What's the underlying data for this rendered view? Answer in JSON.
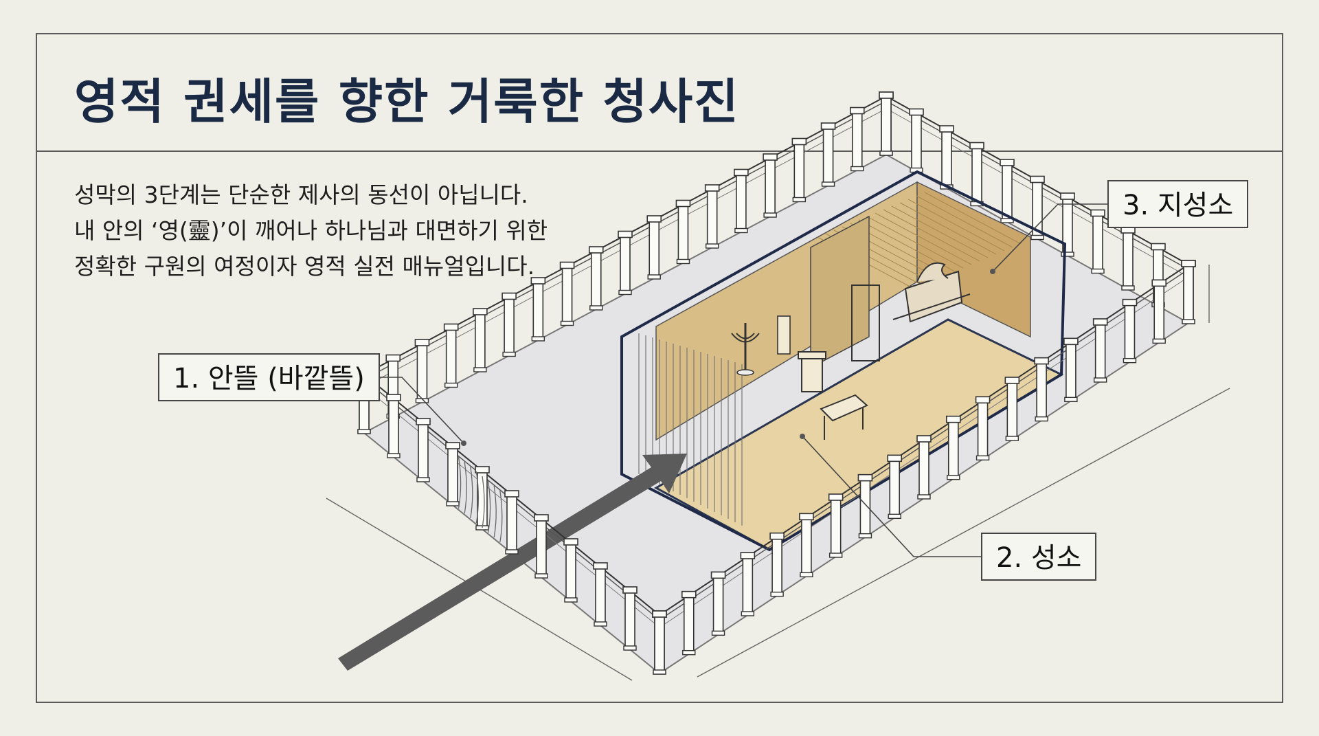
{
  "title": "영적 권세를 향한 거룩한 청사진",
  "description": [
    "성막의 3단계는 단순한 제사의 동선이 아닙니다.",
    "내 안의 ‘영(靈)’이 깨어나 하나님과 대면하기 위한",
    "정확한 구원의 여정이자 영적 실전 매뉴얼입니다."
  ],
  "labels": {
    "outer_court": "1. 안뜰 (바깥뜰)",
    "holy_place": "2. 성소",
    "holy_of_holies": "3. 지성소"
  },
  "colors": {
    "ink": "#1a2a44",
    "frame": "#5a5a5a",
    "court_floor": "#e4e4e6",
    "tent_gold": "#d9bd86",
    "arrow": "#5b5b5b"
  },
  "icons": [
    "entrance-arrow-icon",
    "lampstand-icon",
    "altar-of-incense-icon",
    "table-of-showbread-icon",
    "ark-of-covenant-icon"
  ]
}
